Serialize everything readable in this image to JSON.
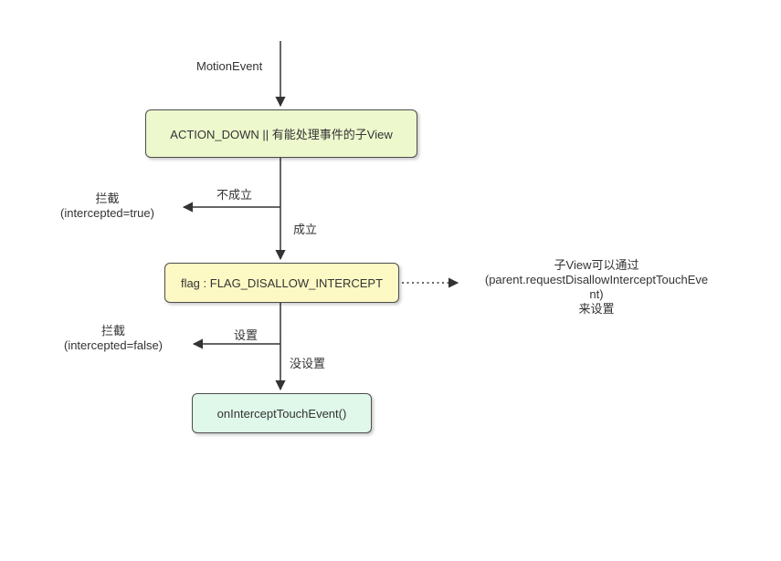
{
  "diagram": {
    "start_label": "MotionEvent",
    "nodes": [
      {
        "id": "condition",
        "label": "ACTION_DOWN || 有能处理事件的子View"
      },
      {
        "id": "flag",
        "label": "flag : FLAG_DISALLOW_INTERCEPT"
      },
      {
        "id": "result",
        "label": "onInterceptTouchEvent()"
      }
    ],
    "edges": {
      "not_satisfied": "不成立",
      "satisfied": "成立",
      "set": "设置",
      "not_set": "没设置"
    },
    "annotations": {
      "intercept_true": [
        "拦截",
        "(intercepted=true)"
      ],
      "intercept_false": [
        "拦截",
        "(intercepted=false)"
      ],
      "disallow_note": [
        "子View可以通过",
        "(parent.requestDisallowInterceptTouchEve",
        "nt)",
        "来设置"
      ]
    },
    "colors": {
      "condition_fill": "#edf8cd",
      "flag_fill": "#fdf9c4",
      "result_fill": "#dff8ea",
      "node_border": "#4d4d4d",
      "arrow": "#333333"
    }
  }
}
